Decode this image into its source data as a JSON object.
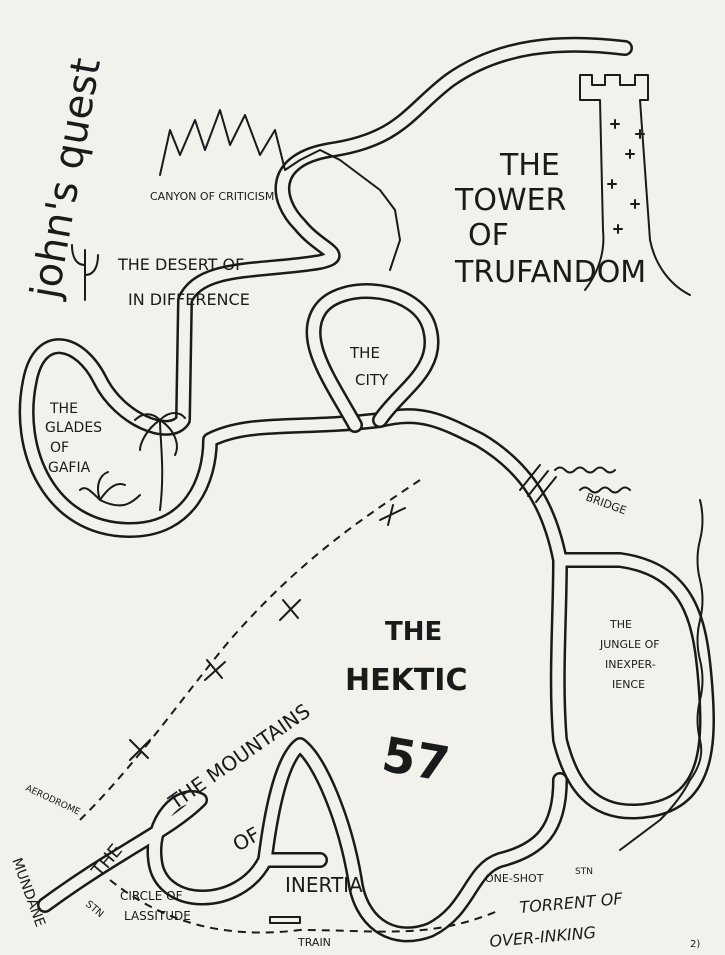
{
  "title": "john's quest",
  "locations": {
    "tower": "THE TOWER OF TRUFANDOM",
    "tower_lines": [
      "THE",
      "TOWER",
      "OF",
      "TRUFANDOM"
    ],
    "canyon": "CANYON OF CRITICISM",
    "desert_line1": "THE DESERT OF",
    "desert_line2": "IN DIFFERENCE",
    "city_line1": "THE",
    "city_line2": "CITY",
    "glades": [
      "THE",
      "GLADES",
      "OF",
      "GAFIA"
    ],
    "bridge": "BRIDGE",
    "jungle": [
      "THE",
      "JUNGLE OF",
      "INEXPER-",
      "IENCE"
    ],
    "hektic": [
      "THE",
      "HEKTIC",
      "57"
    ],
    "mountains_line1": "THE MOUNTAINS",
    "mountains_of": "OF",
    "mountains_line2": "INERTIA",
    "aerodrome": "AERODROME",
    "mundane": "MUNDANE",
    "the": "THE",
    "stn": "STN",
    "circle_line1": "CIRCLE OF",
    "circle_line2": "LASSITUDE",
    "train": "TRAIN",
    "one_shot": "ONE-SHOT",
    "stn2": "STN",
    "torrent_line1": "TORRENT OF",
    "torrent_line2": "OVER-INKING"
  },
  "page_number": "2)",
  "colors": {
    "paper": "#f3f1ec",
    "ink": "#1a1a1a"
  }
}
